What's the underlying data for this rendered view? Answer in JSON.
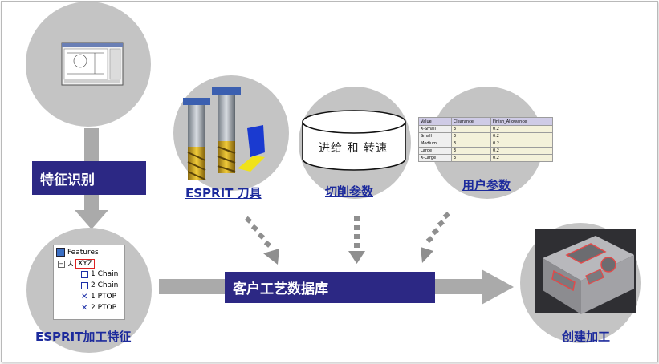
{
  "steps": {
    "feature_recognition": "特征识别",
    "esprit_feature": "ESPRIT加工特征",
    "tools": "ESPRIT 刀具",
    "cut_params": "切削参数",
    "user_params": "用户参数",
    "database": "客户工艺数据库",
    "create_machining": "创建加工"
  },
  "cylinder_text": "进给 和 转速",
  "feature_tree": {
    "root": "Features",
    "xyz": "XYZ",
    "items": [
      "1 Chain",
      "2 Chain",
      "1 PTOP",
      "2 PTOP"
    ]
  },
  "param_table": {
    "headers": [
      "Value",
      "Clearance",
      "Finish_Allowance"
    ],
    "rows": [
      [
        "X-Small",
        "3",
        "0.2"
      ],
      [
        "Small",
        "3",
        "0.2"
      ],
      [
        "Medium",
        "3",
        "0.2"
      ],
      [
        "Large",
        "3",
        "0.2"
      ],
      [
        "X-Large",
        "3",
        "0.2"
      ]
    ]
  },
  "colors": {
    "navy": "#2c2884",
    "link_blue": "#1c2a9c",
    "circle_gray": "#c4c4c4",
    "arrow_gray": "#a9a9a9"
  }
}
